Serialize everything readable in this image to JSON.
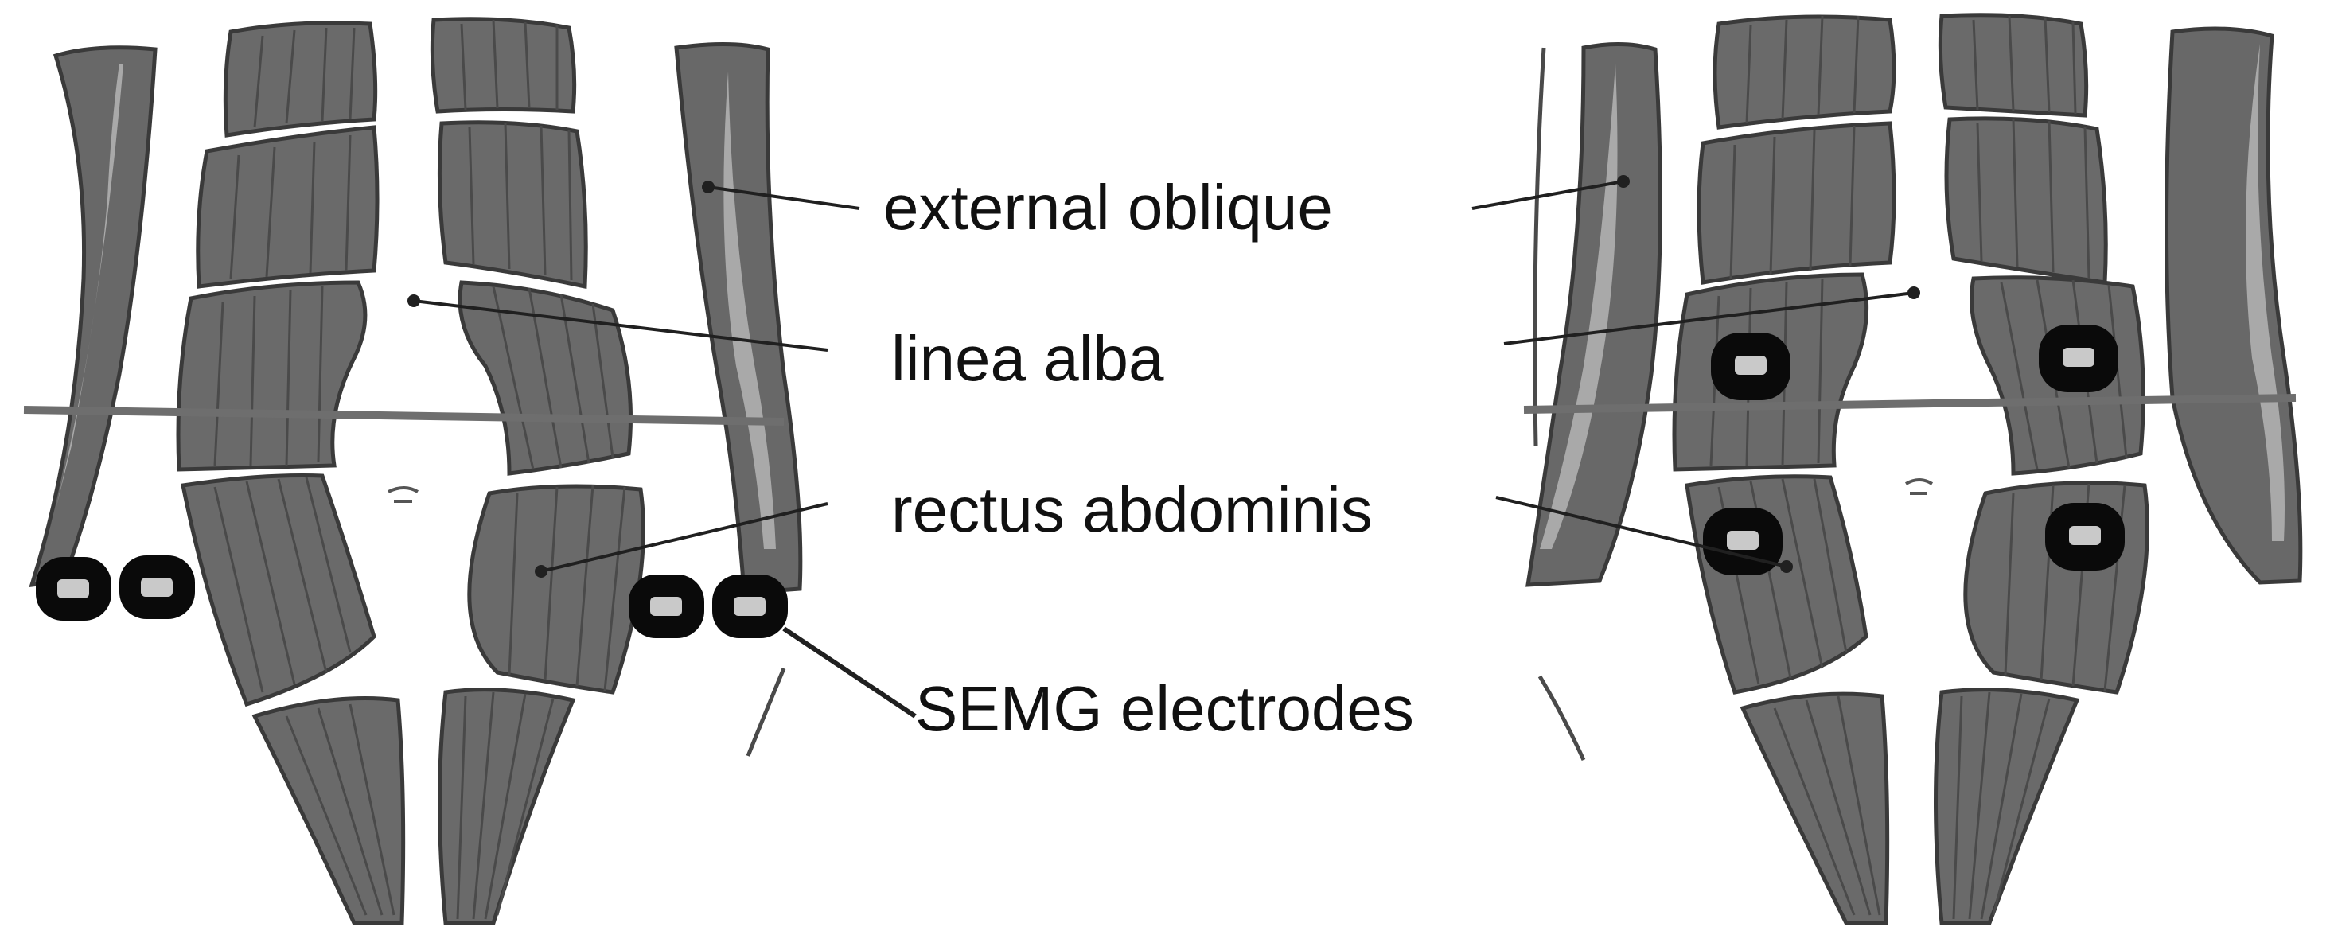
{
  "labels": {
    "external_oblique": "external oblique",
    "linea_alba": "linea alba",
    "rectus_abdominis": "rectus abdominis",
    "semg_electrodes": "SEMG electrodes"
  },
  "panels": [
    {
      "id": "left",
      "electrode_placement": "lateral-lower"
    },
    {
      "id": "right",
      "electrode_placement": "rectus-abdominis"
    }
  ],
  "colors": {
    "muscle": "#6a6a6a",
    "oblique_highlight": "#a9a9a9",
    "electrode": "#0a0a0a",
    "electrode_pad": "#c9c9c9"
  }
}
